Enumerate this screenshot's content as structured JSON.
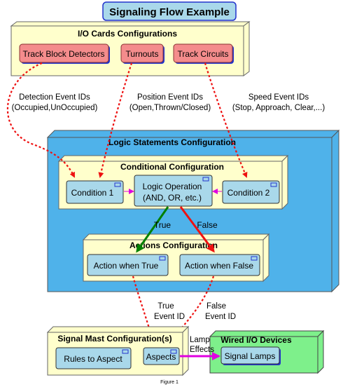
{
  "title": "Signaling Flow Example",
  "caption": "Figure 1",
  "io_cards": {
    "title": "I/O Cards Configurations",
    "items": [
      "Track Block Detectors",
      "Turnouts",
      "Track Circuits"
    ]
  },
  "event_labels": {
    "detection": [
      "Detection Event IDs",
      "(Occupied,UnOccupied)"
    ],
    "position": [
      "Position Event IDs",
      "(Open,Thrown/Closed)"
    ],
    "speed": [
      "Speed Event IDs",
      "(Stop, Approach, Clear,...)"
    ]
  },
  "logic": {
    "title": "Logic Statements Configuration",
    "conditional": {
      "title": "Conditional Configuration",
      "condition1": "Condition 1",
      "operation": [
        "Logic Operation",
        "(AND, OR, etc.)"
      ],
      "condition2": "Condition 2"
    },
    "branch_true": "True",
    "branch_false": "False",
    "actions": {
      "title": "Actions Configuration",
      "when_true": "Action when True",
      "when_false": "Action when False"
    }
  },
  "event_ids": {
    "true": [
      "True",
      "Event ID"
    ],
    "false": [
      "False",
      "Event ID"
    ]
  },
  "signal_mast": {
    "title": "Signal Mast Configuration(s)",
    "rules": "Rules to Aspect",
    "aspects": "Aspects"
  },
  "lamp_effects": [
    "Lamp",
    "Effects"
  ],
  "wired": {
    "title": "Wired I/O Devices",
    "lamps": "Signal Lamps"
  },
  "colors": {
    "panel": "#ffffcc",
    "logic_panel": "#4fb2ea",
    "red_box": "#f48c8c",
    "blue_box": "#a9d8ea",
    "green_panel": "#7ef08b",
    "true_arrow": "#008000",
    "false_arrow": "#ee1111",
    "dotted": "#ee1111",
    "magenta": "#e000e0"
  }
}
